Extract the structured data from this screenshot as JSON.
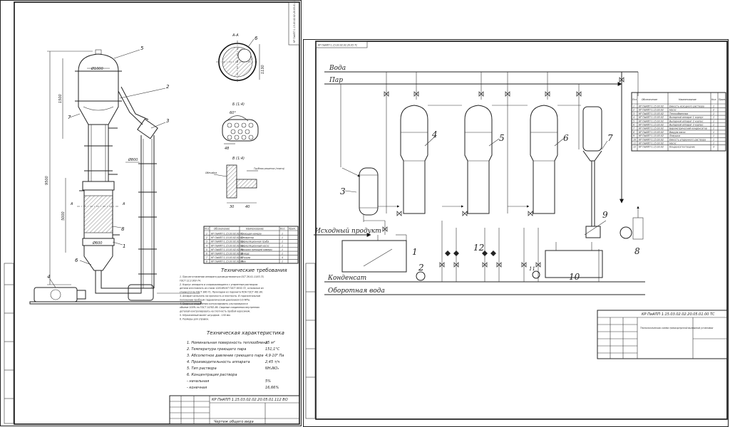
{
  "sheet1": {
    "stamp_code": "КР ПиАПП 1.15.03.02.02.20.05.01.112 ВО",
    "doc_title": "Чертеж общего вида",
    "section_label": "А-А",
    "section_b1": "Б (1:4)",
    "section_b2": "В (1:4)",
    "dim_height_total": "9500",
    "dim_upper": "1500",
    "dim_lower": "5000",
    "dim_diam_top": "Ø1000",
    "dim_diam_bottom": "Ø600",
    "dim_diam_pipe": "Ø800",
    "dim_angle": "60°",
    "dim_48": "48",
    "dim_30": "30",
    "dim_40": "40",
    "dim_1130": "1130",
    "label_obechaika": "Обечайка",
    "label_plita": "Трубная решетка (плита)",
    "section_marker_a": "А",
    "callouts": [
      "5",
      "2",
      "3",
      "7",
      "8",
      "1",
      "6",
      "4",
      "6"
    ],
    "spec_headers": [
      "Поз",
      "Обозначение",
      "Наименование",
      "Кол.",
      "Прим."
    ],
    "spec_rows": [
      [
        "1",
        "КР ПиАПП 1.15.03.02.02.01",
        "Греющая камера",
        "1"
      ],
      [
        "2",
        "КР ПиАПП 1.15.03.02.02.02",
        "Сепаратор",
        "1"
      ],
      [
        "3",
        "КР ПиАПП 1.15.03.02.02.03",
        "Циркуляционная труба",
        "1"
      ],
      [
        "4",
        "КР ПиАПП 1.15.03.02.02.04",
        "Циркуляционный насос",
        "1"
      ],
      [
        "5",
        "КР ПиАПП 1.15.03.02.02.05",
        "Крышка греющей камеры",
        "1"
      ],
      [
        "6",
        "КР ПиАПП 1.15.03.02.02.06",
        "Днище",
        "1"
      ],
      [
        "7",
        "КР ПиАПП 1.15.03.02.02.07",
        "Штуцер",
        "4"
      ],
      [
        "8",
        "КР ПиАПП 1.15.03.02.02.08",
        "Люк",
        "1"
      ]
    ],
    "tech_req_title": "Технические требования",
    "tech_req_lines": [
      "1. При изготовлении аппарата руководствоваться ОСТ 26-01-1183-75,",
      "ГОСТ 12.2.003-74.",
      "2. Корпус аппарата и соприкасающиеся с упаренным раствором",
      "детали изготовлять из стали 12Х18Н10Т ГОСТ 5632-72, остальные из",
      "стали Ст3 по ГОСТ 380-71. Прокладки из паронита ПОН ГОСТ 481-80.",
      "3. Аппарат испытать на прочность и плотность. В горизонтальном",
      "положении пробным гидравлическим давлением 0,6 МПа.",
      "4. Сварные соединения контролировать ультразвуком в",
      "объеме 100% по ГОСТ 14782-86. Сварные соединения внутренних",
      "деталей контролировать на плотность пробой керосином.",
      "5. Неуказанный вылет штуцеров - 150 мм.",
      "6. Размеры для справок."
    ],
    "char_title": "Техническая характеристика",
    "char_rows": [
      [
        "1. Номинальная поверхность теплообмена",
        "25 м²"
      ],
      [
        "2. Температура греющего пара",
        "151,1°С"
      ],
      [
        "3. Абсолютное давление греющего пара",
        "4,9·10⁵ Па"
      ],
      [
        "4. Производительность аппарата",
        "2,45 т/ч"
      ],
      [
        "5. Тип раствора",
        "NH₄NO₃"
      ],
      [
        "6. Концентрация раствора",
        ""
      ],
      [
        "- начальная",
        "5%"
      ],
      [
        "- конечная",
        "16,66%"
      ]
    ]
  },
  "sheet2": {
    "stamp_code": "КР ПиАПП 1.15.03.02.02.20.05.01.00 ТС",
    "doc_title": "Технологическая схема трехкорпусной выпарной установки",
    "frame_code": "КР ПиАПП 1.15.03.02.02.20.05 ТС",
    "line_labels": {
      "water": "Вода",
      "steam": "Пар",
      "feed": "Исходный продукт",
      "condensate": "Конденсат",
      "return_water": "Оборотная вода"
    },
    "numbers": [
      "1",
      "2",
      "3",
      "4",
      "5",
      "6",
      "7",
      "8",
      "9",
      "10",
      "11",
      "12"
    ],
    "spec_headers": [
      "Поз",
      "Обозначение",
      "Наименование",
      "Кол.",
      "Прим."
    ],
    "spec_rows": [
      [
        "1",
        "КР ПиАПП 1.15.03.02",
        "Емкость исходного раствора",
        "1"
      ],
      [
        "2",
        "КР ПиАПП 1.15.03.02",
        "Насос",
        "2"
      ],
      [
        "3",
        "КР ПиАПП 1.15.03.02",
        "Теплообменник",
        "1"
      ],
      [
        "4",
        "КР ПиАПП 1.15.03.02",
        "Выпарной аппарат 1 корпус",
        "1"
      ],
      [
        "5",
        "КР ПиАПП 1.15.03.02",
        "Выпарной аппарат 2 корпус",
        "1"
      ],
      [
        "6",
        "КР ПиАПП 1.15.03.02",
        "Выпарной аппарат 3 корпус",
        "1"
      ],
      [
        "7",
        "КР ПиАПП 1.15.03.02",
        "Барометрический конденсатор",
        "1"
      ],
      [
        "8",
        "КР ПиАПП 1.15.03.02",
        "Вакуум насос",
        "1"
      ],
      [
        "9",
        "КР ПиАПП 1.15.03.02",
        "Ловушка",
        "1"
      ],
      [
        "10",
        "КР ПиАПП 1.15.03.02",
        "Емкость упаренного раствора",
        "1"
      ],
      [
        "11",
        "КР ПиАПП 1.15.03.02",
        "Насос",
        "1"
      ],
      [
        "12",
        "КР ПиАПП 1.15.03.02",
        "Конденсатоотводчик",
        "3"
      ]
    ]
  },
  "colors": {
    "line": "#222222",
    "frame": "#111111",
    "paper": "#ffffff"
  }
}
